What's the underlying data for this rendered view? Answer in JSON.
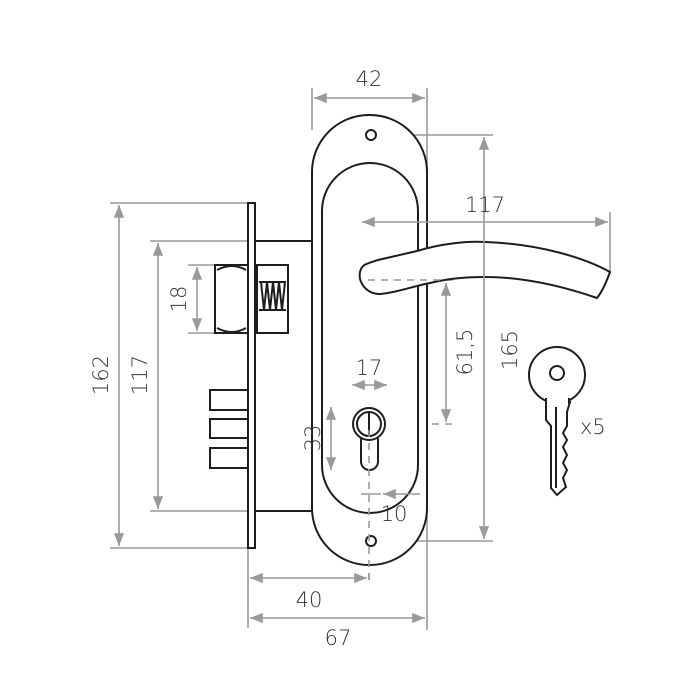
{
  "dimensions": {
    "faceplate_height": "162",
    "body_height": "117",
    "latch_height": "18",
    "escutcheon_width": "42",
    "escutcheon_height": "165",
    "handle_length": "117",
    "handle_to_cylinder": "61,5",
    "cylinder_width": "17",
    "cylinder_height": "33",
    "cylinder_offset": "10",
    "backset": "40",
    "total_depth": "67"
  },
  "key_count": "x5",
  "colors": {
    "outline": "#1e1e1e",
    "dimension": "#9a9a9a"
  }
}
